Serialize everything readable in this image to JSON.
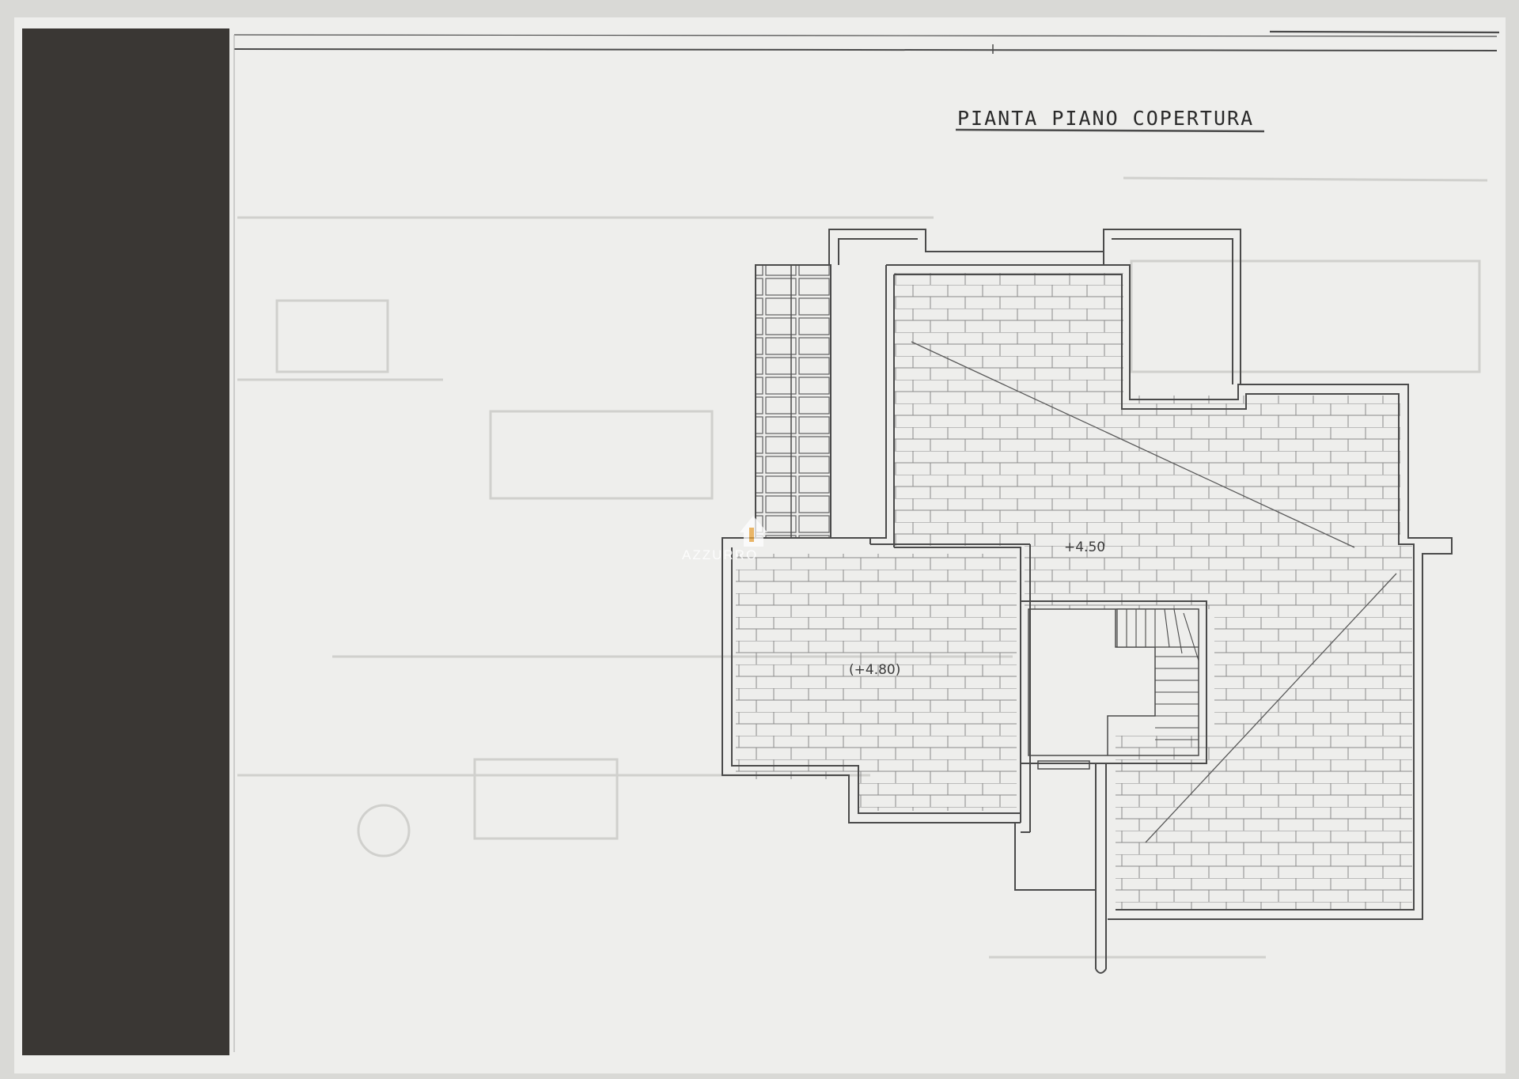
{
  "drawing": {
    "title": "PIANTA PIANO COPERTURA",
    "elevation_main": "+4.50",
    "elevation_left": "(+4.80)"
  },
  "watermark": {
    "text": "AZZURRO"
  },
  "colors": {
    "paper": "#eeeeec",
    "background": "#d9d9d6",
    "dark_strip": "#3a3734",
    "line": "#4a4a4a",
    "faint": "#cfcfcc"
  }
}
